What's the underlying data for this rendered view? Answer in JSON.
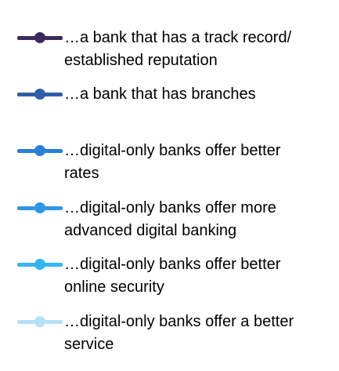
{
  "chart_data": {
    "type": "line",
    "legend_position": "right",
    "series": [
      {
        "name": "…a bank that has a track record/ established reputation",
        "color": "#3c2a5e"
      },
      {
        "name": "…a bank that has branches",
        "color": "#2f5da8"
      },
      {
        "name": "…digital-only banks offer better rates",
        "color": "#2a7fd6"
      },
      {
        "name": "…digital-only banks offer more advanced digital banking",
        "color": "#2e97e6"
      },
      {
        "name": "…digital-only banks offer better online security",
        "color": "#33b5f2"
      },
      {
        "name": "…digital-only banks offer a better service",
        "color": "#b4e1f7"
      }
    ]
  }
}
